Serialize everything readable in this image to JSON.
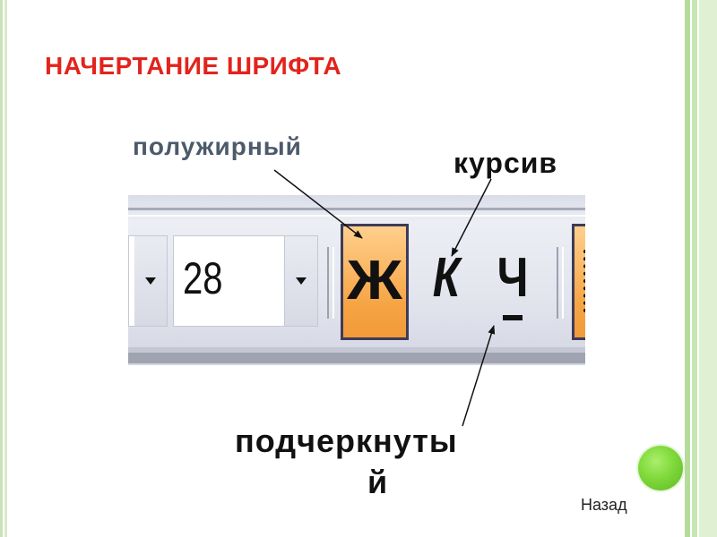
{
  "slide": {
    "title": "НАЧЕРТАНИЕ ШРИФТА",
    "labels": {
      "bold": "полужирный",
      "italic": "курсив",
      "underline_line1": "подчеркнуты",
      "underline_line2": "й"
    },
    "toolbar": {
      "font_size_value": "28",
      "bold_glyph": "Ж",
      "italic_glyph": "К",
      "underline_glyph": "Ч",
      "active_button": "bold"
    },
    "nav": {
      "back_label": "Назад",
      "back_button_color": "#7fd93b"
    },
    "colors": {
      "title": "#e2241c",
      "bold_label": "#4d5a6b",
      "active_button": "#f6a544"
    }
  }
}
